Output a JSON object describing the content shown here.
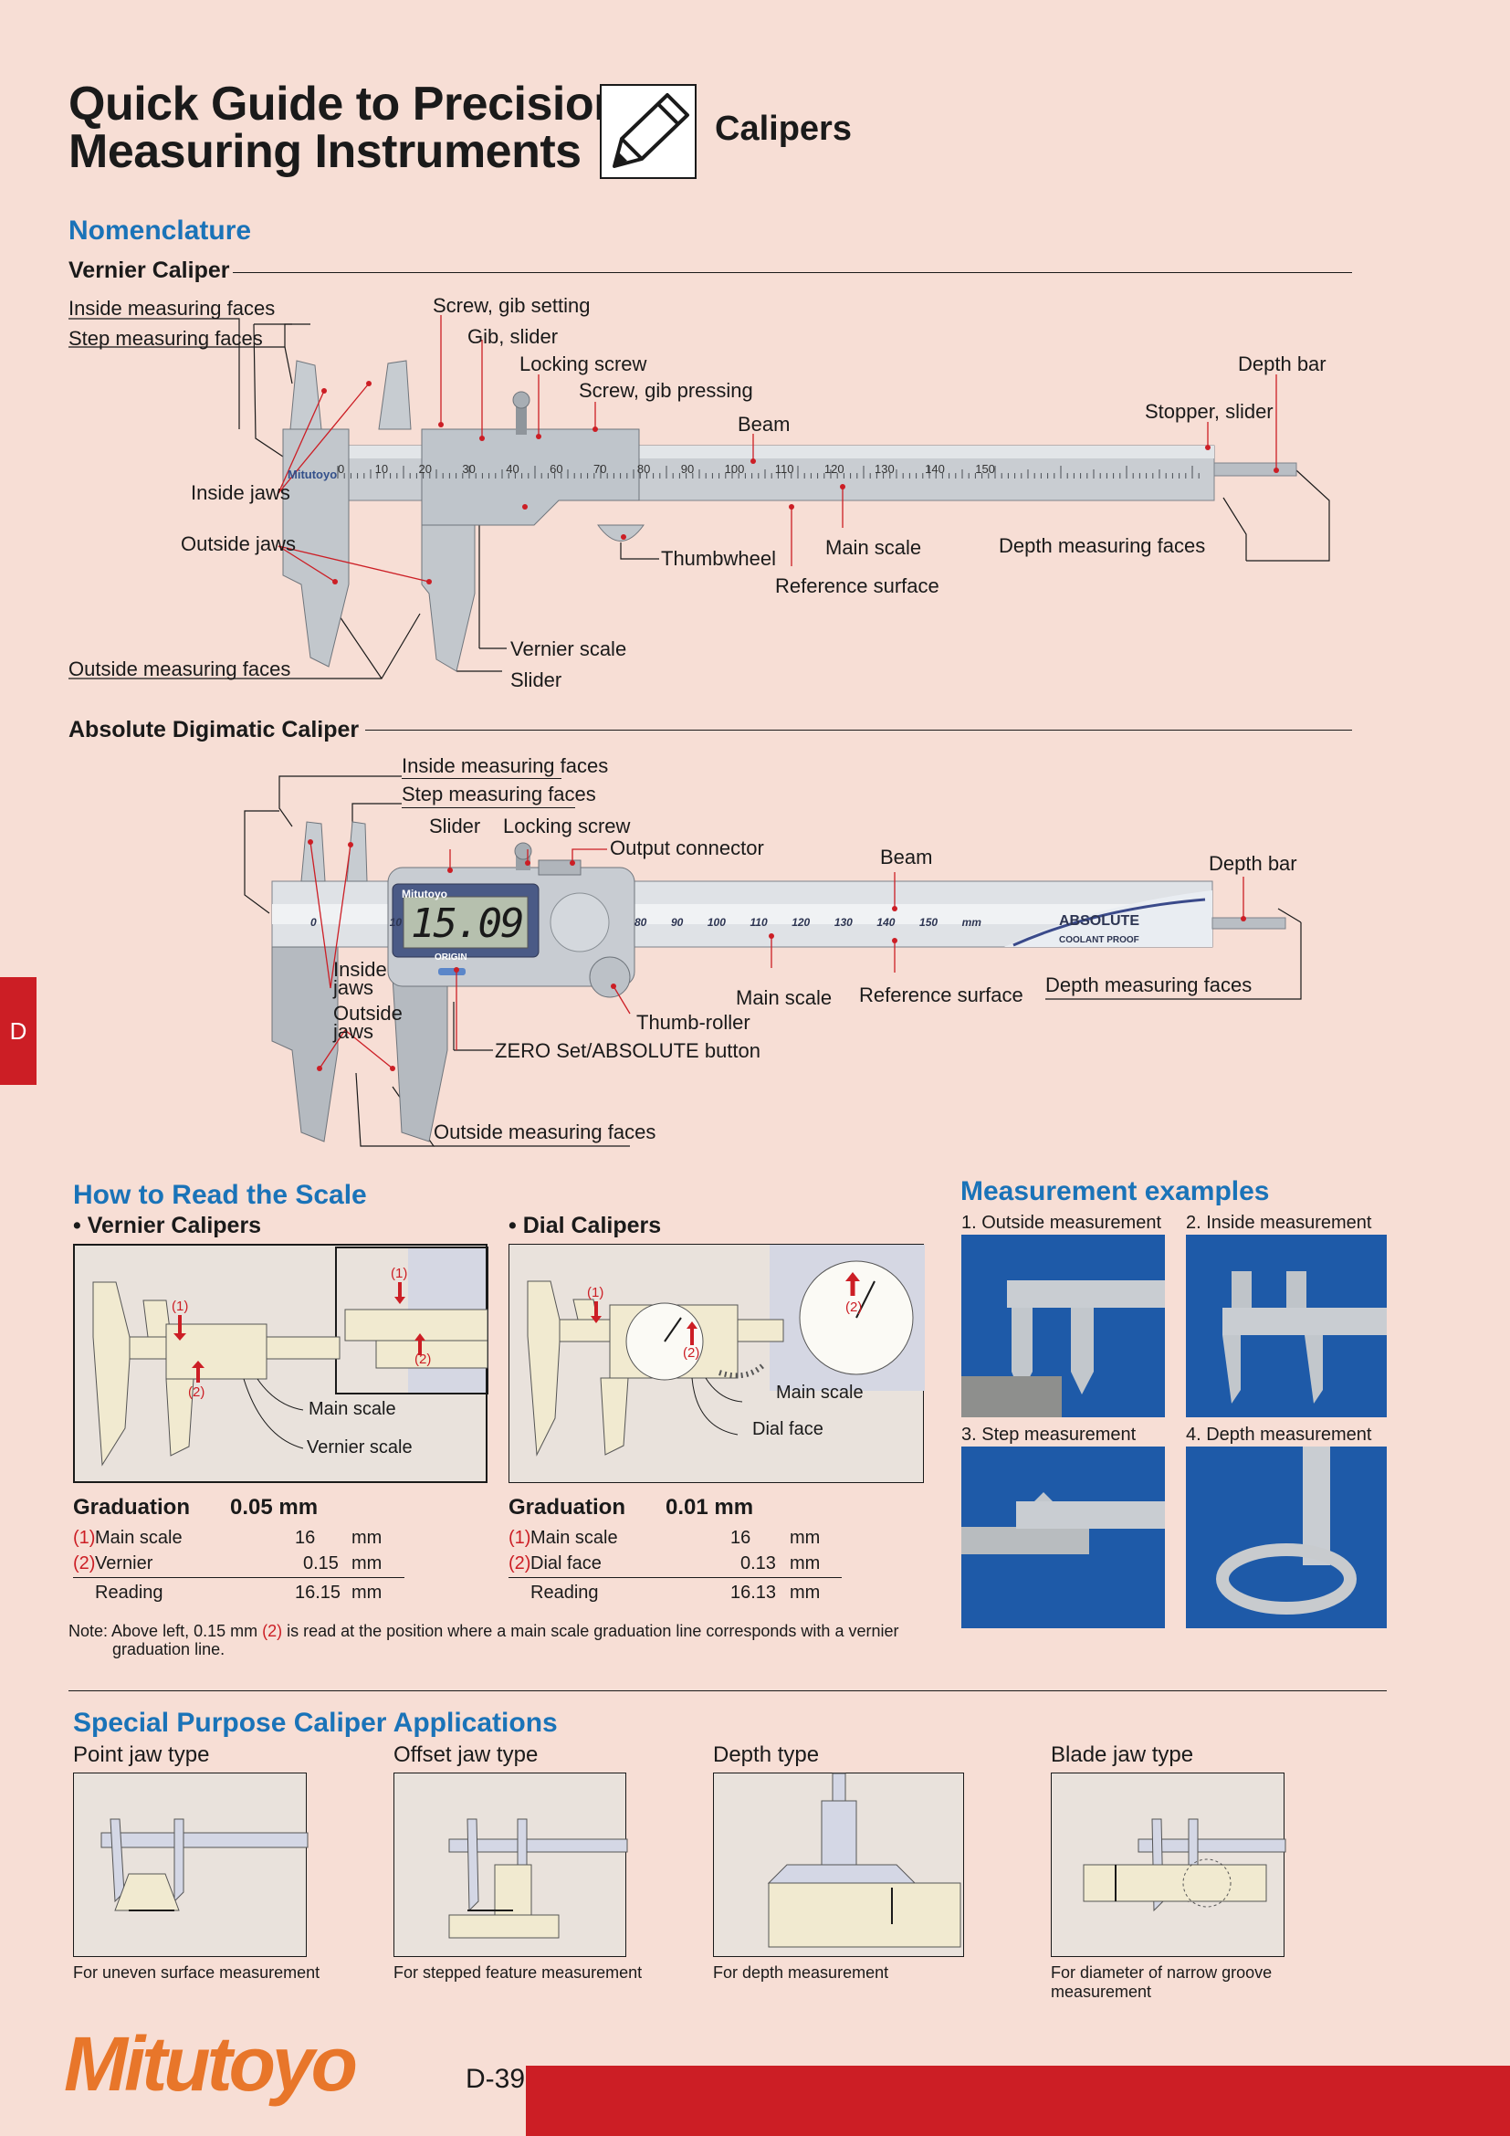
{
  "header": {
    "title_line1": "Quick Guide to Precision",
    "title_line2": "Measuring Instruments",
    "category": "Calipers",
    "category_icon": "pencil-icon"
  },
  "nomenclature": {
    "heading": "Nomenclature",
    "vernier": {
      "heading": "Vernier Caliper",
      "labels": {
        "inside_faces": "Inside measuring faces",
        "step_faces": "Step measuring faces",
        "screw_gib_setting": "Screw, gib setting",
        "gib_slider": "Gib, slider",
        "locking_screw": "Locking screw",
        "screw_gib_pressing": "Screw, gib pressing",
        "beam": "Beam",
        "depth_bar": "Depth bar",
        "stopper_slider": "Stopper, slider",
        "inside_jaws": "Inside jaws",
        "outside_jaws": "Outside jaws",
        "thumbwheel": "Thumbwheel",
        "main_scale": "Main scale",
        "reference_surface": "Reference surface",
        "depth_faces": "Depth measuring faces",
        "vernier_scale": "Vernier scale",
        "slider": "Slider",
        "outside_faces": "Outside measuring faces"
      },
      "scale_marks": [
        "0",
        "10",
        "20",
        "30",
        "40",
        "60",
        "70",
        "80",
        "90",
        "100",
        "110",
        "120",
        "130",
        "140",
        "150"
      ],
      "brand": "Mitutoyo"
    },
    "digimatic": {
      "heading": "Absolute Digimatic Caliper",
      "display_value": "15.09",
      "origin_label": "ORIGIN",
      "brand": "Mitutoyo",
      "absolute_label": "ABSOLUTE",
      "coolant_label": "COOLANT PROOF",
      "scale_marks": [
        "0",
        "10",
        "80",
        "90",
        "100",
        "110",
        "120",
        "130",
        "140",
        "150",
        "mm"
      ],
      "labels": {
        "inside_faces": "Inside measuring faces",
        "step_faces": "Step measuring faces",
        "slider": "Slider",
        "locking_screw": "Locking screw",
        "output_connector": "Output connector",
        "beam": "Beam",
        "depth_bar": "Depth bar",
        "inside_jaws": "Inside jaws",
        "outside_jaws": "Outside jaws",
        "thumb_roller": "Thumb-roller",
        "main_scale": "Main scale",
        "reference_surface": "Reference surface",
        "depth_faces": "Depth measuring faces",
        "zero_set": "ZERO Set/ABSOLUTE button",
        "outside_faces": "Outside measuring faces"
      }
    }
  },
  "read_scale": {
    "heading": "How to Read the Scale",
    "vernier": {
      "heading": "• Vernier Calipers",
      "fig_main_scale": "Main scale",
      "fig_vernier_scale": "Vernier scale",
      "marker1": "(1)",
      "marker2": "(2)",
      "graduation_label": "Graduation",
      "graduation_value": "0.05 mm",
      "rows": [
        {
          "marker": "(1)",
          "name": "Main scale",
          "value": "16",
          "unit": "mm"
        },
        {
          "marker": "(2)",
          "name": "Vernier",
          "value": "0.15",
          "unit": "mm"
        }
      ],
      "reading_label": "Reading",
      "reading_value": "16.15",
      "reading_unit": "mm"
    },
    "dial": {
      "heading": "• Dial Calipers",
      "fig_main_scale": "Main scale",
      "fig_dial_face": "Dial face",
      "graduation_label": "Graduation",
      "graduation_value": "0.01 mm",
      "rows": [
        {
          "marker": "(1)",
          "name": "Main scale",
          "value": "16",
          "unit": "mm"
        },
        {
          "marker": "(2)",
          "name": "Dial face",
          "value": "0.13",
          "unit": "mm"
        }
      ],
      "reading_label": "Reading",
      "reading_value": "16.13",
      "reading_unit": "mm"
    },
    "note_prefix": "Note: Above left, 0.15 mm ",
    "note_marker": "(2)",
    "note_suffix": " is read at the position where a main scale graduation line corresponds with a vernier",
    "note_line2": "graduation line."
  },
  "examples": {
    "heading": "Measurement examples",
    "items": [
      "1. Outside measurement",
      "2. Inside measurement",
      "3. Step measurement",
      "4. Depth measurement"
    ]
  },
  "special": {
    "heading": "Special Purpose Caliper Applications",
    "items": [
      {
        "title": "Point jaw type",
        "caption": "For uneven surface measurement"
      },
      {
        "title": "Offset jaw type",
        "caption": "For stepped feature measurement"
      },
      {
        "title": "Depth type",
        "caption": "For depth measurement"
      },
      {
        "title": "Blade jaw type",
        "caption": "For diameter of narrow groove",
        "caption2": "measurement"
      }
    ]
  },
  "side_tab": "D",
  "footer": {
    "logo": "Mitutoyo",
    "page": "D-39"
  }
}
